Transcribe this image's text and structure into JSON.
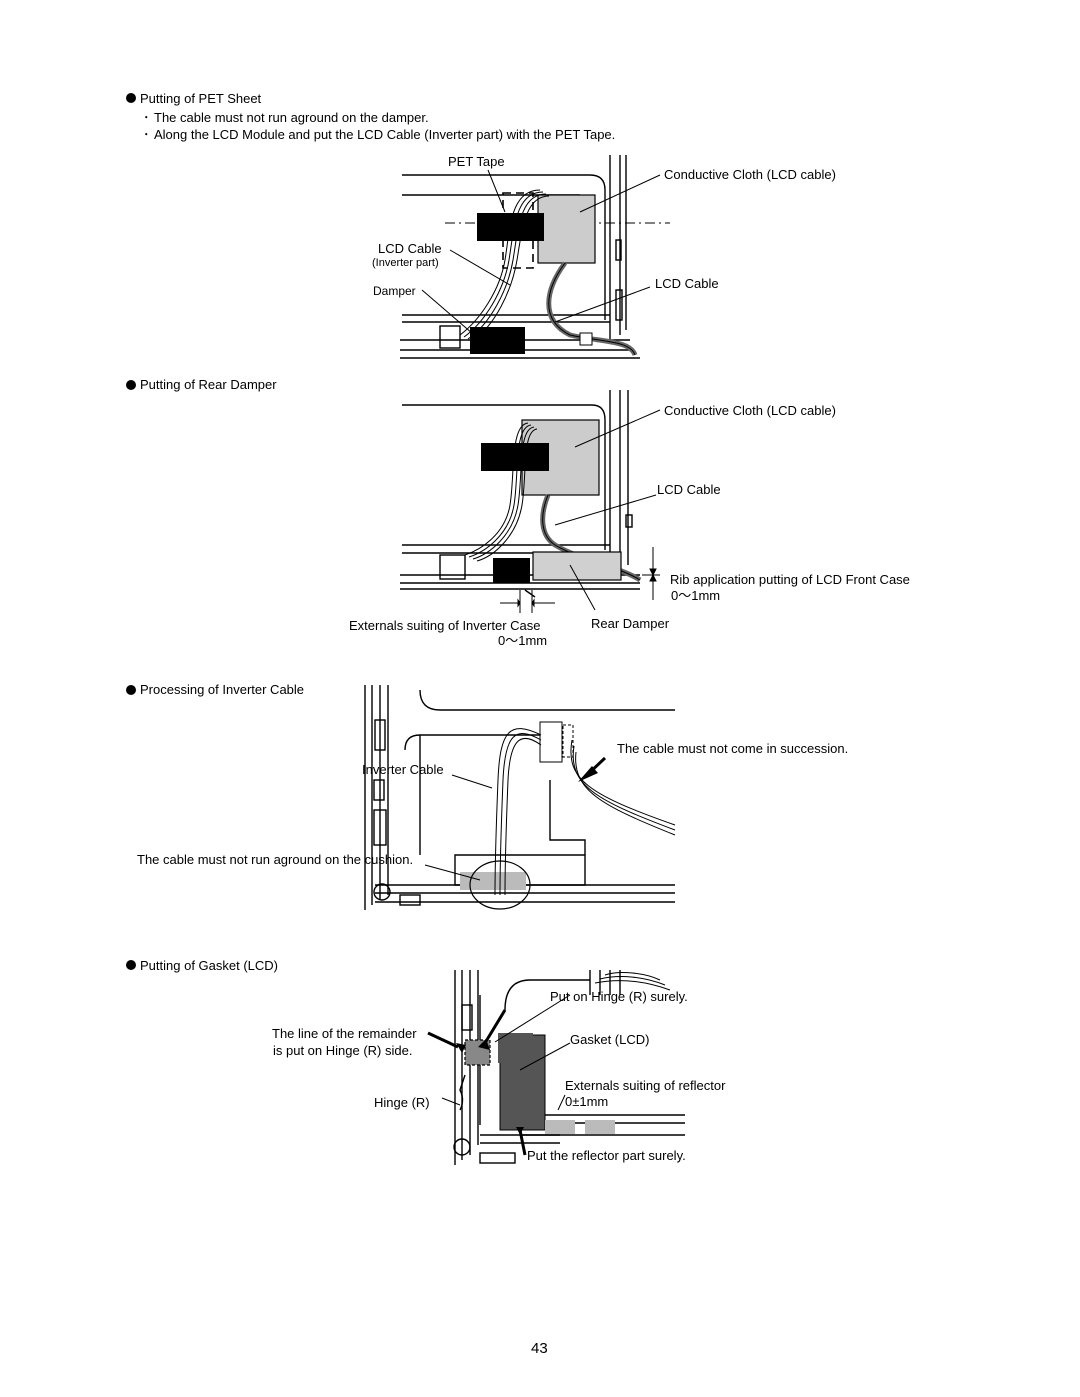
{
  "section1": {
    "heading": "Putting of PET Sheet",
    "notes": [
      "The cable must not run aground on the damper.",
      "Along the LCD Module and put the LCD Cable (Inverter part) with the PET Tape."
    ],
    "labels": {
      "pet_tape": "PET Tape",
      "conductive_cloth": "Conductive Cloth (LCD cable)",
      "lcd_cable_inverter": "LCD Cable",
      "inverter_part": "(Inverter part)",
      "damper": "Damper",
      "lcd_cable": "LCD Cable"
    }
  },
  "section2": {
    "heading": "Putting of Rear Damper",
    "labels": {
      "conductive_cloth": "Conductive Cloth (LCD cable)",
      "lcd_cable": "LCD Cable",
      "rib_application": "Rib application putting of LCD Front Case",
      "rib_tolerance": "0～1mm",
      "externals_inverter": "Externals suiting of Inverter Case",
      "inverter_tolerance": "0～1mm",
      "rear_damper": "Rear Damper"
    }
  },
  "section3": {
    "heading": "Processing of Inverter Cable",
    "labels": {
      "inverter_cable": "Inverter Cable",
      "succession_note": "The cable must not come in succession.",
      "cushion_note": "The cable must not run aground on the cushion."
    }
  },
  "section4": {
    "heading": "Putting of Gasket (LCD)",
    "labels": {
      "hinge_surely": "Put on Hinge (R) surely.",
      "remainder_line1": "The line of the remainder",
      "remainder_line2": "is put on Hinge (R) side.",
      "gasket": "Gasket (LCD)",
      "externals_reflector": "Externals suiting of reflector",
      "reflector_tolerance": "0±1mm",
      "hinge_r": "Hinge (R)",
      "reflector_surely": "Put the reflector part surely."
    }
  },
  "page_number": "43"
}
